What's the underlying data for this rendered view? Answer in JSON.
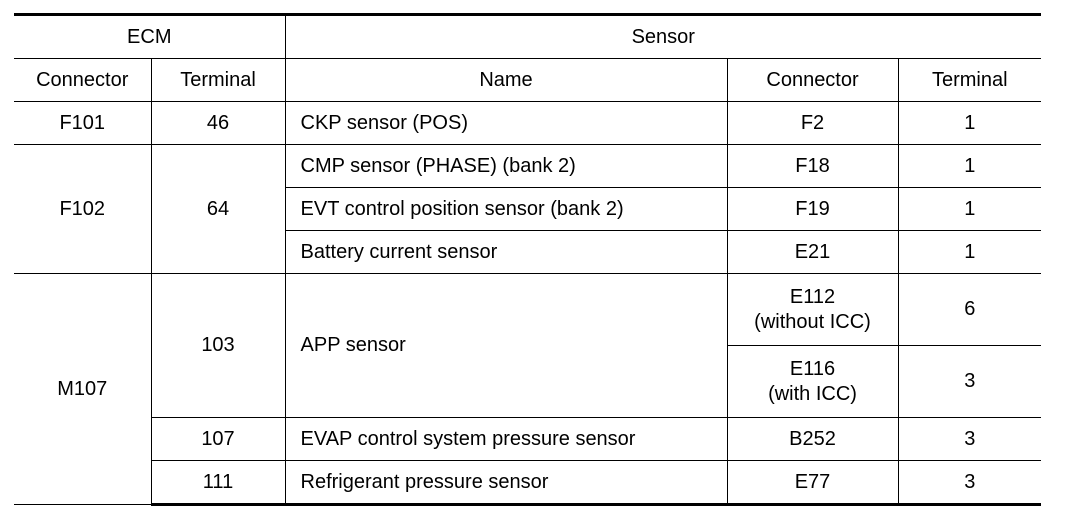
{
  "header": {
    "ecm": "ECM",
    "sensor": "Sensor",
    "connector": "Connector",
    "terminal": "Terminal",
    "name": "Name",
    "sensor_connector": "Connector",
    "sensor_terminal": "Terminal"
  },
  "rows": {
    "f101": {
      "ecm_connector": "F101",
      "ecm_terminal": "46",
      "name": "CKP sensor (POS)",
      "connector": "F2",
      "terminal": "1"
    },
    "f102": {
      "ecm_connector": "F102",
      "ecm_terminal": "64",
      "items": [
        {
          "name": "CMP sensor (PHASE) (bank 2)",
          "connector": "F18",
          "terminal": "1"
        },
        {
          "name": "EVT control position sensor (bank 2)",
          "connector": "F19",
          "terminal": "1"
        },
        {
          "name": "Battery current sensor",
          "connector": "E21",
          "terminal": "1"
        }
      ]
    },
    "m107": {
      "ecm_connector": "M107",
      "app": {
        "ecm_terminal": "103",
        "name": "APP sensor",
        "variants": [
          {
            "connector": "E112",
            "note": "(without ICC)",
            "terminal": "6"
          },
          {
            "connector": "E116",
            "note": "(with ICC)",
            "terminal": "3"
          }
        ]
      },
      "evap": {
        "ecm_terminal": "107",
        "name": "EVAP control system pressure sensor",
        "connector": "B252",
        "terminal": "3"
      },
      "refrigerant": {
        "ecm_terminal": "111",
        "name": "Refrigerant pressure sensor",
        "connector": "E77",
        "terminal": "3"
      }
    }
  }
}
